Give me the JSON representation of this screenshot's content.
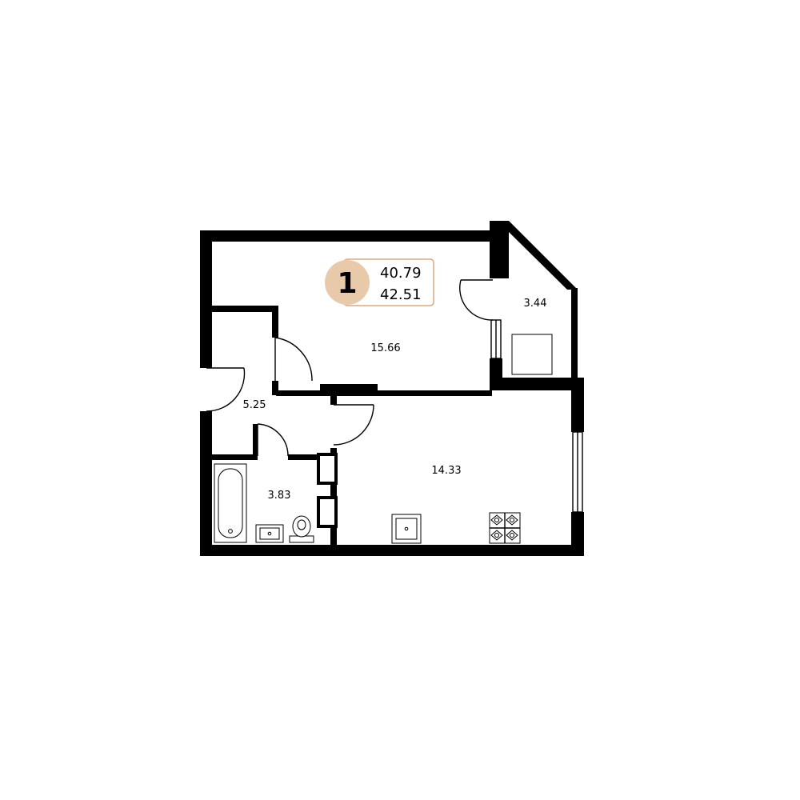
{
  "badge": {
    "rooms": "1",
    "living_area": "40.79",
    "total_area": "42.51",
    "accent_color": "#E8C9AA",
    "border_color": "#D9A984"
  },
  "rooms": [
    {
      "id": "living-room",
      "area": "15.66"
    },
    {
      "id": "balcony",
      "area": "3.44"
    },
    {
      "id": "hallway",
      "area": "5.25"
    },
    {
      "id": "bathroom",
      "area": "3.83"
    },
    {
      "id": "kitchen",
      "area": "14.33"
    }
  ],
  "fixtures": [
    "bathtub-icon",
    "sink-icon",
    "toilet-icon",
    "kitchen-sink-icon",
    "stove-icon",
    "washing-machine-icon"
  ]
}
